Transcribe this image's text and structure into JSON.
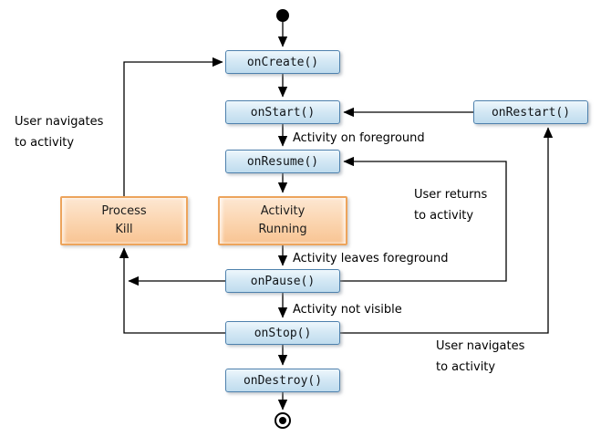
{
  "nodes": {
    "on_create": {
      "label": "onCreate()"
    },
    "on_start": {
      "label": "onStart()"
    },
    "on_resume": {
      "label": "onResume()"
    },
    "on_restart": {
      "label": "onRestart()"
    },
    "on_pause": {
      "label": "onPause()"
    },
    "on_stop": {
      "label": "onStop()"
    },
    "on_destroy": {
      "label": "onDestroy()"
    },
    "activity_running": {
      "lines": [
        "Activity",
        "Running"
      ]
    },
    "process_kill": {
      "lines": [
        "Process",
        "Kill"
      ]
    }
  },
  "edge_labels": {
    "activity_on_foreground": "Activity on foreground",
    "activity_leaves_foreground": "Activity leaves foreground",
    "activity_not_visible": "Activity not visible",
    "user_returns": [
      "User returns",
      "to activity"
    ],
    "user_navigates_left": [
      "User navigates",
      "to activity"
    ],
    "user_navigates_right": [
      "User navigates",
      "to activity"
    ]
  },
  "edges": [
    {
      "from": "start",
      "to": "onCreate()"
    },
    {
      "from": "onCreate()",
      "to": "onStart()"
    },
    {
      "from": "onStart()",
      "to": "onResume()",
      "label": "Activity on foreground"
    },
    {
      "from": "onResume()",
      "to": "Activity Running"
    },
    {
      "from": "Activity Running",
      "to": "onPause()",
      "label": "Activity leaves foreground"
    },
    {
      "from": "onPause()",
      "to": "onStop()",
      "label": "Activity not visible"
    },
    {
      "from": "onStop()",
      "to": "onDestroy()"
    },
    {
      "from": "onDestroy()",
      "to": "end"
    },
    {
      "from": "onRestart()",
      "to": "onStart()"
    },
    {
      "from": "onPause()",
      "to": "onResume()",
      "label": "User returns to activity"
    },
    {
      "from": "onStop()",
      "to": "onRestart()",
      "label": "User navigates to activity"
    },
    {
      "from": "onPause()",
      "to": "Process Kill"
    },
    {
      "from": "onStop()",
      "to": "Process Kill"
    },
    {
      "from": "Process Kill",
      "to": "onCreate()",
      "label": "User navigates to activity"
    }
  ],
  "colors": {
    "lifecycle_box_fill": "#d5e9f5",
    "lifecycle_box_border": "#4e81ad",
    "state_box_fill": "#fbd4ae",
    "state_box_border": "#eda45c",
    "arrow": "#000000",
    "background": "#ffffff"
  }
}
